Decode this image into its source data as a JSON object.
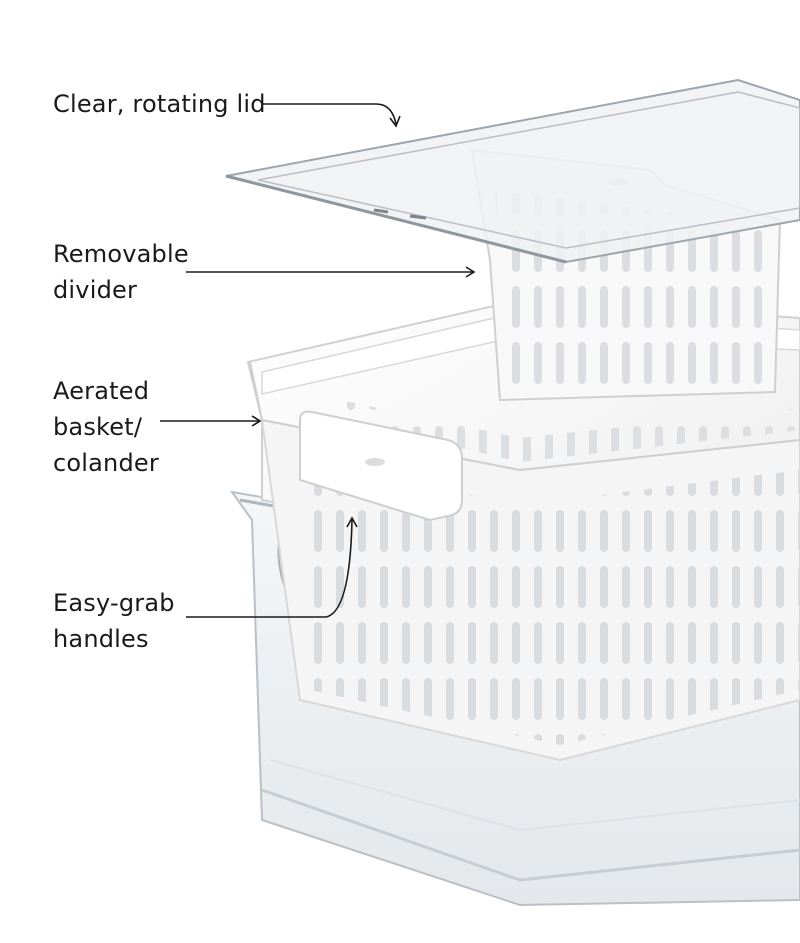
{
  "callouts": {
    "lid": {
      "lines": [
        "Clear, rotating lid"
      ]
    },
    "divider": {
      "lines": [
        "Removable",
        "divider"
      ]
    },
    "basket": {
      "lines": [
        "Aerated",
        "basket/",
        "colander"
      ]
    },
    "handles": {
      "lines": [
        "Easy-grab",
        "handles"
      ]
    }
  },
  "colors": {
    "text": "#1a1a1a",
    "leader": "#1a1a1a",
    "plastic_clear": "#e9edf0",
    "plastic_edge": "#b9c0c6",
    "basket_white": "#f7f7f7",
    "basket_shadow": "#d6d6d6",
    "background": "#ffffff"
  }
}
